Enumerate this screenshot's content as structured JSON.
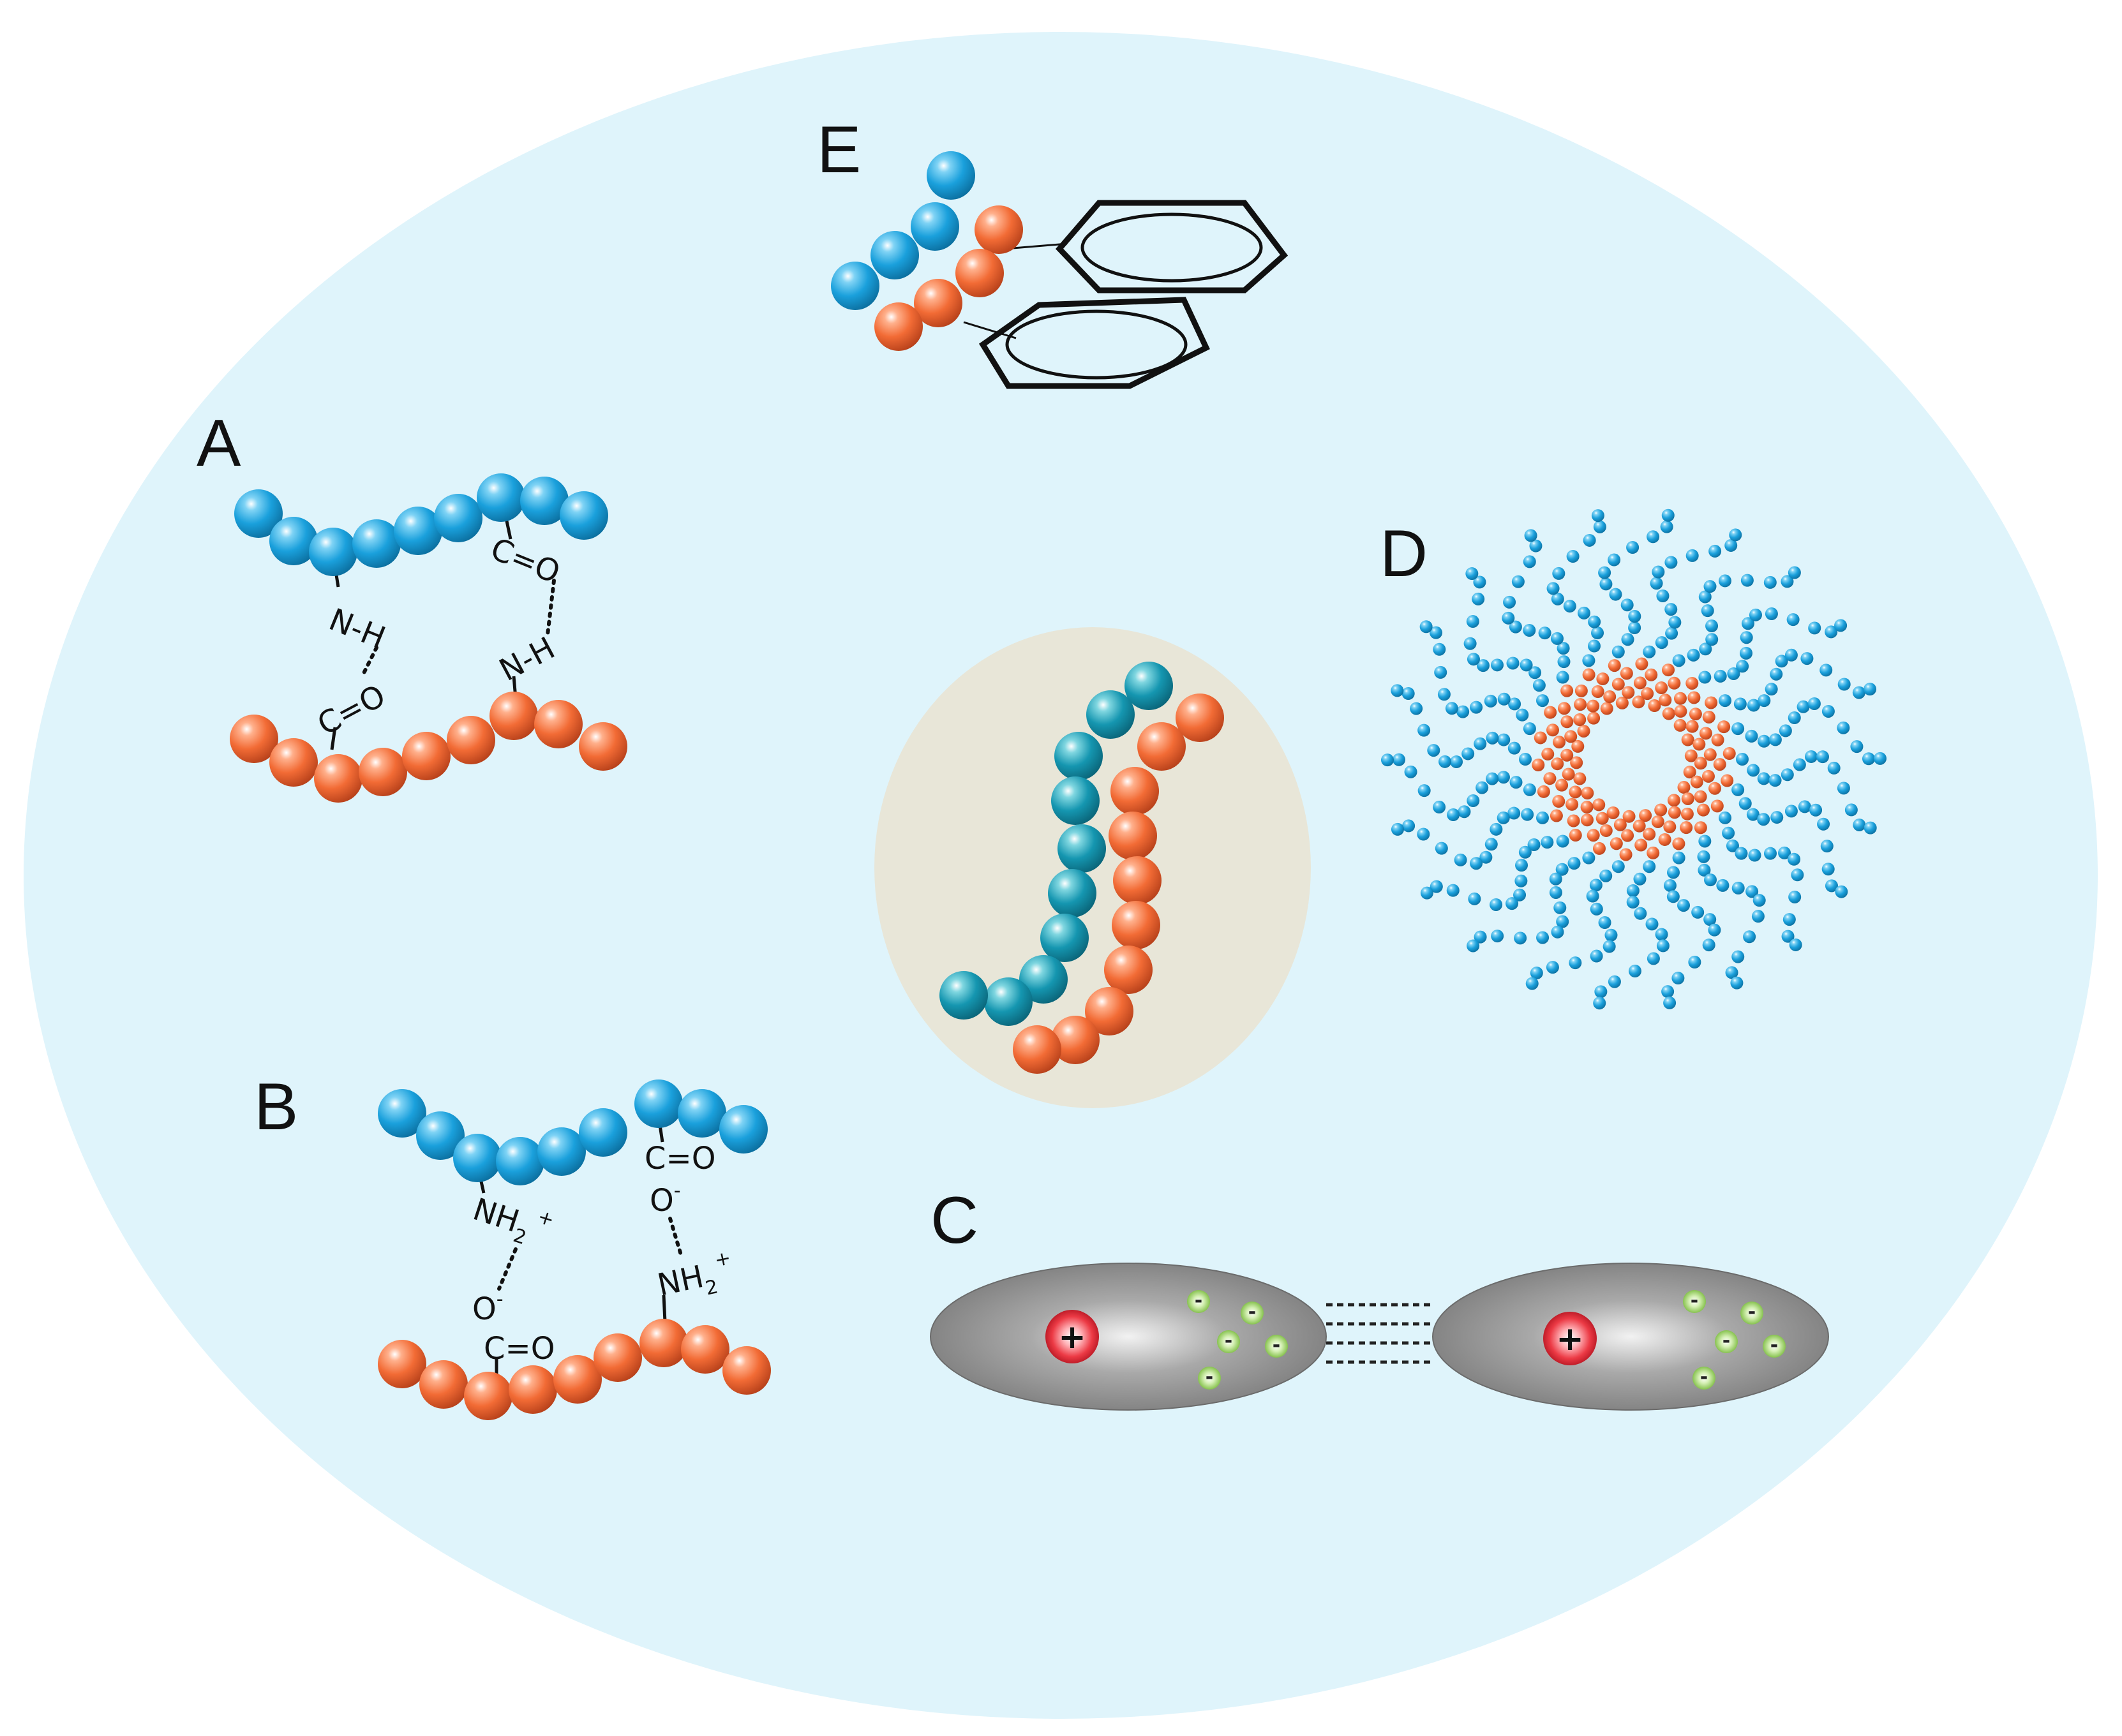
{
  "panels": {
    "A": {
      "label": "A",
      "bonds": [
        {
          "group": "N-H",
          "acceptor": "C=O"
        },
        {
          "group": "C=O",
          "acceptor": "N-H"
        }
      ],
      "chem": {
        "co_top": "C=O",
        "nh_top": "N-H",
        "co_bottom": "C=O",
        "nh_bottom": "N-H"
      }
    },
    "B": {
      "label": "B",
      "chem": {
        "nh2_left": "NH",
        "nh2_left_sub": "2",
        "nh2_left_sup": "+",
        "o_left": "O",
        "o_left_sup": "-",
        "co_left": "C=O",
        "co_right": "C=O",
        "o_right": "O",
        "o_right_sup": "-",
        "nh2_right": "NH",
        "nh2_right_sub": "2",
        "nh2_right_sup": "+"
      }
    },
    "C": {
      "label": "C",
      "plus_sign": "+",
      "minus_sign": "-"
    },
    "D": {
      "label": "D"
    },
    "E": {
      "label": "E"
    }
  },
  "colors": {
    "background_oval": "#dff4fb",
    "center_oval": "#e8e6d8",
    "blue_bead": "#1aa0dc",
    "orange_bead": "#f26b35",
    "gray_ellipse": "#8f8f8f",
    "positive_ion": "#e8323d",
    "negative_ion": "#9ed36a",
    "ink": "#111111"
  }
}
